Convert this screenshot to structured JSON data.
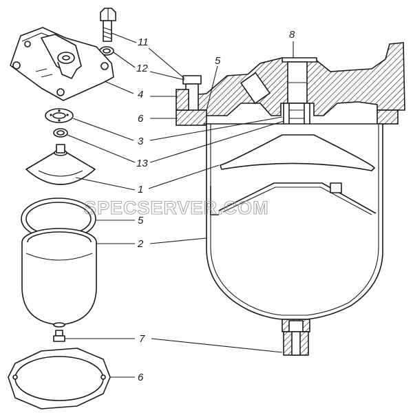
{
  "watermark": "SPECSERVER.COM",
  "callouts": {
    "c11": "11",
    "c12": "12",
    "c4": "4",
    "c6a": "6",
    "c3": "3",
    "c13": "13",
    "c1": "1",
    "c5a": "5",
    "c2": "2",
    "c7": "7",
    "c6b": "6",
    "c8": "8",
    "c5b": "5"
  },
  "colors": {
    "ink": "#1a1a1a",
    "watermark": "#9a9a9a"
  }
}
